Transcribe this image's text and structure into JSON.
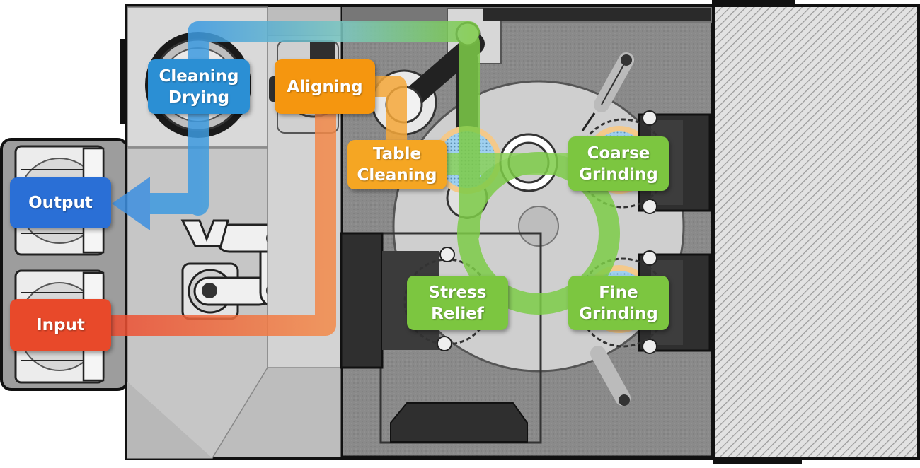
{
  "stations": {
    "output": "Output",
    "input": "Input",
    "cleaning_drying": "Cleaning\nDrying",
    "aligning": "Aligning",
    "table_cleaning": "Table\nCleaning",
    "coarse_grinding": "Coarse\nGrinding",
    "stress_relief": "Stress\nRelief",
    "fine_grinding": "Fine\nGrinding"
  },
  "colors": {
    "output": "#2a6fd6",
    "input": "#e8492a",
    "cleaning_drying": "#2b8fd4",
    "aligning": "#f5960f",
    "table_cleaning": "#f5a623",
    "grinding": "#7cc640",
    "flow_red": "#ec5a3a",
    "flow_orange": "#f5a23a",
    "flow_green": "#7dcc48",
    "flow_blue": "#3d9ae0"
  }
}
